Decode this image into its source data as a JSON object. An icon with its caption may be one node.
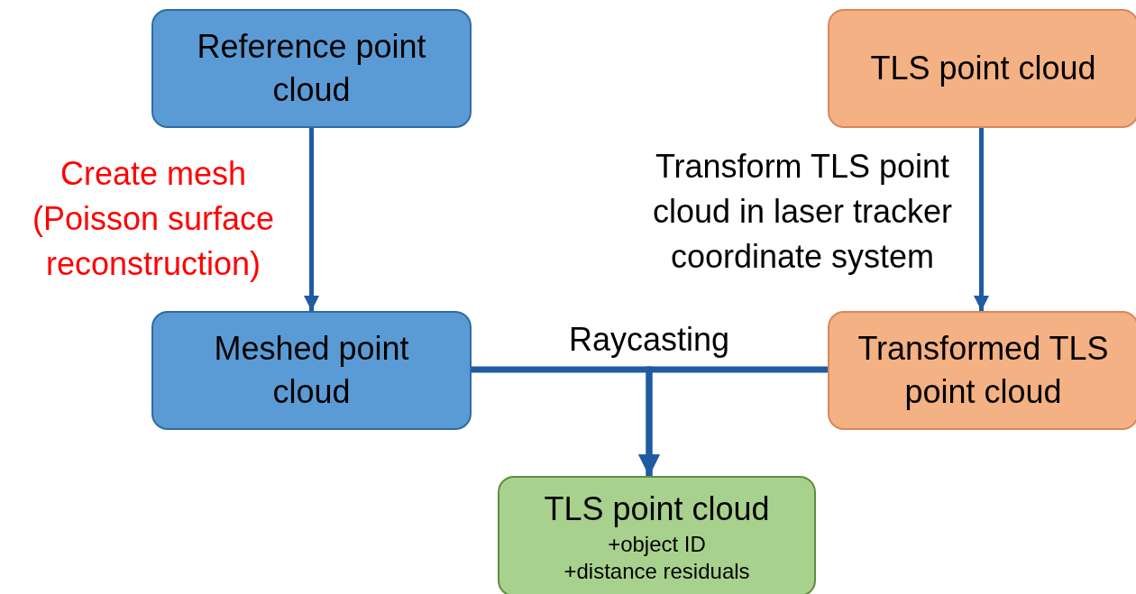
{
  "diagram": {
    "nodes": [
      {
        "text": [
          "Reference point cloud"
        ]
      },
      {
        "text": [
          "TLS point cloud"
        ]
      },
      {
        "text": [
          "Meshed point cloud"
        ]
      },
      {
        "text": [
          "Transformed TLS point cloud"
        ]
      },
      {
        "text": [
          "TLS point cloud",
          "+object ID",
          "+distance residuals"
        ]
      }
    ],
    "edges": [
      {
        "from": 0,
        "to": 2,
        "arrow": "to",
        "label": "Create mesh (Poisson surface reconstruction)"
      },
      {
        "from": 1,
        "to": 3,
        "arrow": "to",
        "label": "Transform TLS point cloud in laser tracker coordinate system"
      },
      {
        "from": 2,
        "to": 4,
        "arrow": "to",
        "label": "Raycasting"
      },
      {
        "from": 3,
        "to": 4,
        "arrow": "to"
      }
    ]
  }
}
